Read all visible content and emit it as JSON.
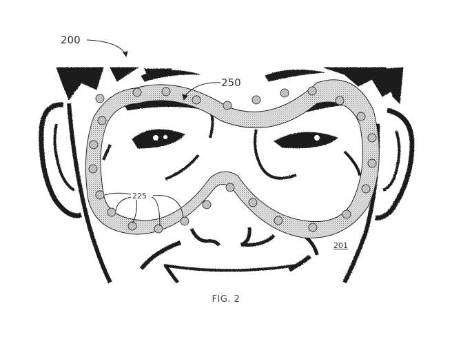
{
  "figure": {
    "caption": "FIG. 2",
    "reference_numerals": {
      "device": "200",
      "face": "201",
      "electrodes": "225",
      "band": "250"
    }
  },
  "colors": {
    "ink": "#1a1a1a",
    "band_fill": "#d9d9d9",
    "electrode_fill": "#bdbdbd",
    "label_text": "#333333",
    "background": "#ffffff"
  }
}
